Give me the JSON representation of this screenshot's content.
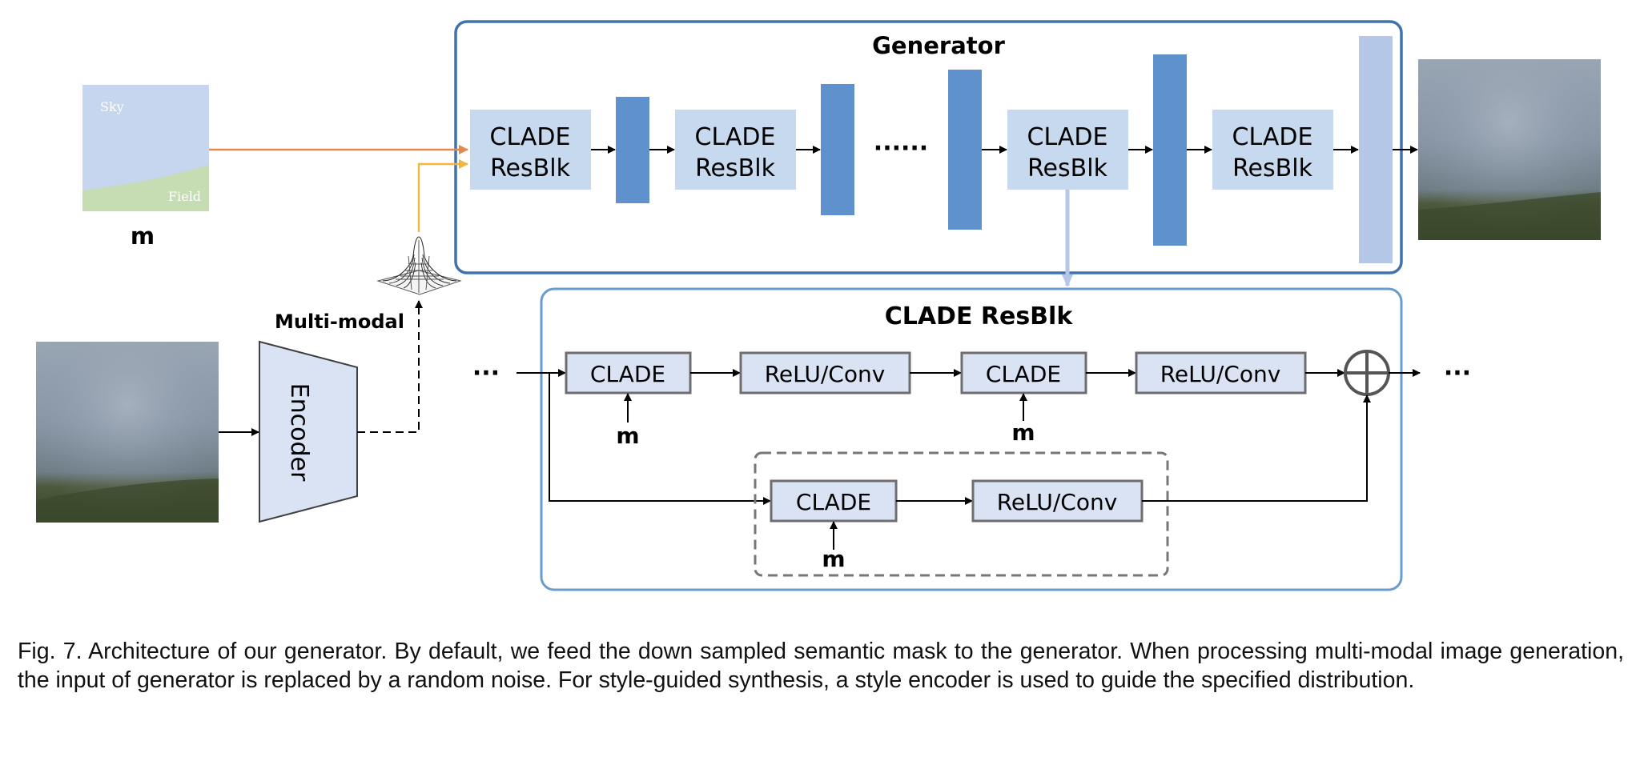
{
  "generator": {
    "title": "Generator",
    "blocks": [
      {
        "line1": "CLADE",
        "line2": "ResBlk"
      },
      {
        "line1": "CLADE",
        "line2": "ResBlk"
      },
      {
        "line1": "CLADE",
        "line2": "ResBlk"
      },
      {
        "line1": "CLADE",
        "line2": "ResBlk"
      }
    ],
    "ellipsis": "······"
  },
  "mask": {
    "sky_label": "Sky",
    "field_label": "Field",
    "symbol": "m"
  },
  "encoder": {
    "label": "Encoder",
    "multimodal_label": "Multi-modal"
  },
  "resblk": {
    "title": "CLADE ResBlk",
    "main_path": [
      "CLADE",
      "ReLU/Conv",
      "CLADE",
      "ReLU/Conv"
    ],
    "shortcut_path": [
      "CLADE",
      "ReLU/Conv"
    ],
    "m_label": "m",
    "ellipsis_left": "···",
    "ellipsis_right": "···"
  },
  "colors": {
    "frame_blue": "#3f72af",
    "resblk_frame": "#6a9bd0",
    "block_fill": "#c7d9ef",
    "feature_map": "#5f92cc",
    "final_map": "#b4c7e7",
    "small_box_fill": "#dae3f3",
    "small_box_border": "#6e6e6e",
    "orange_line": "#e08a4b",
    "yellow_line": "#f0b840"
  },
  "caption": "Fig. 7. Architecture of our generator. By default, we feed the down sampled semantic mask to the generator. When processing multi-modal image generation, the input of generator is replaced by a random noise. For style-guided synthesis, a style encoder is used to guide the specified distribution."
}
